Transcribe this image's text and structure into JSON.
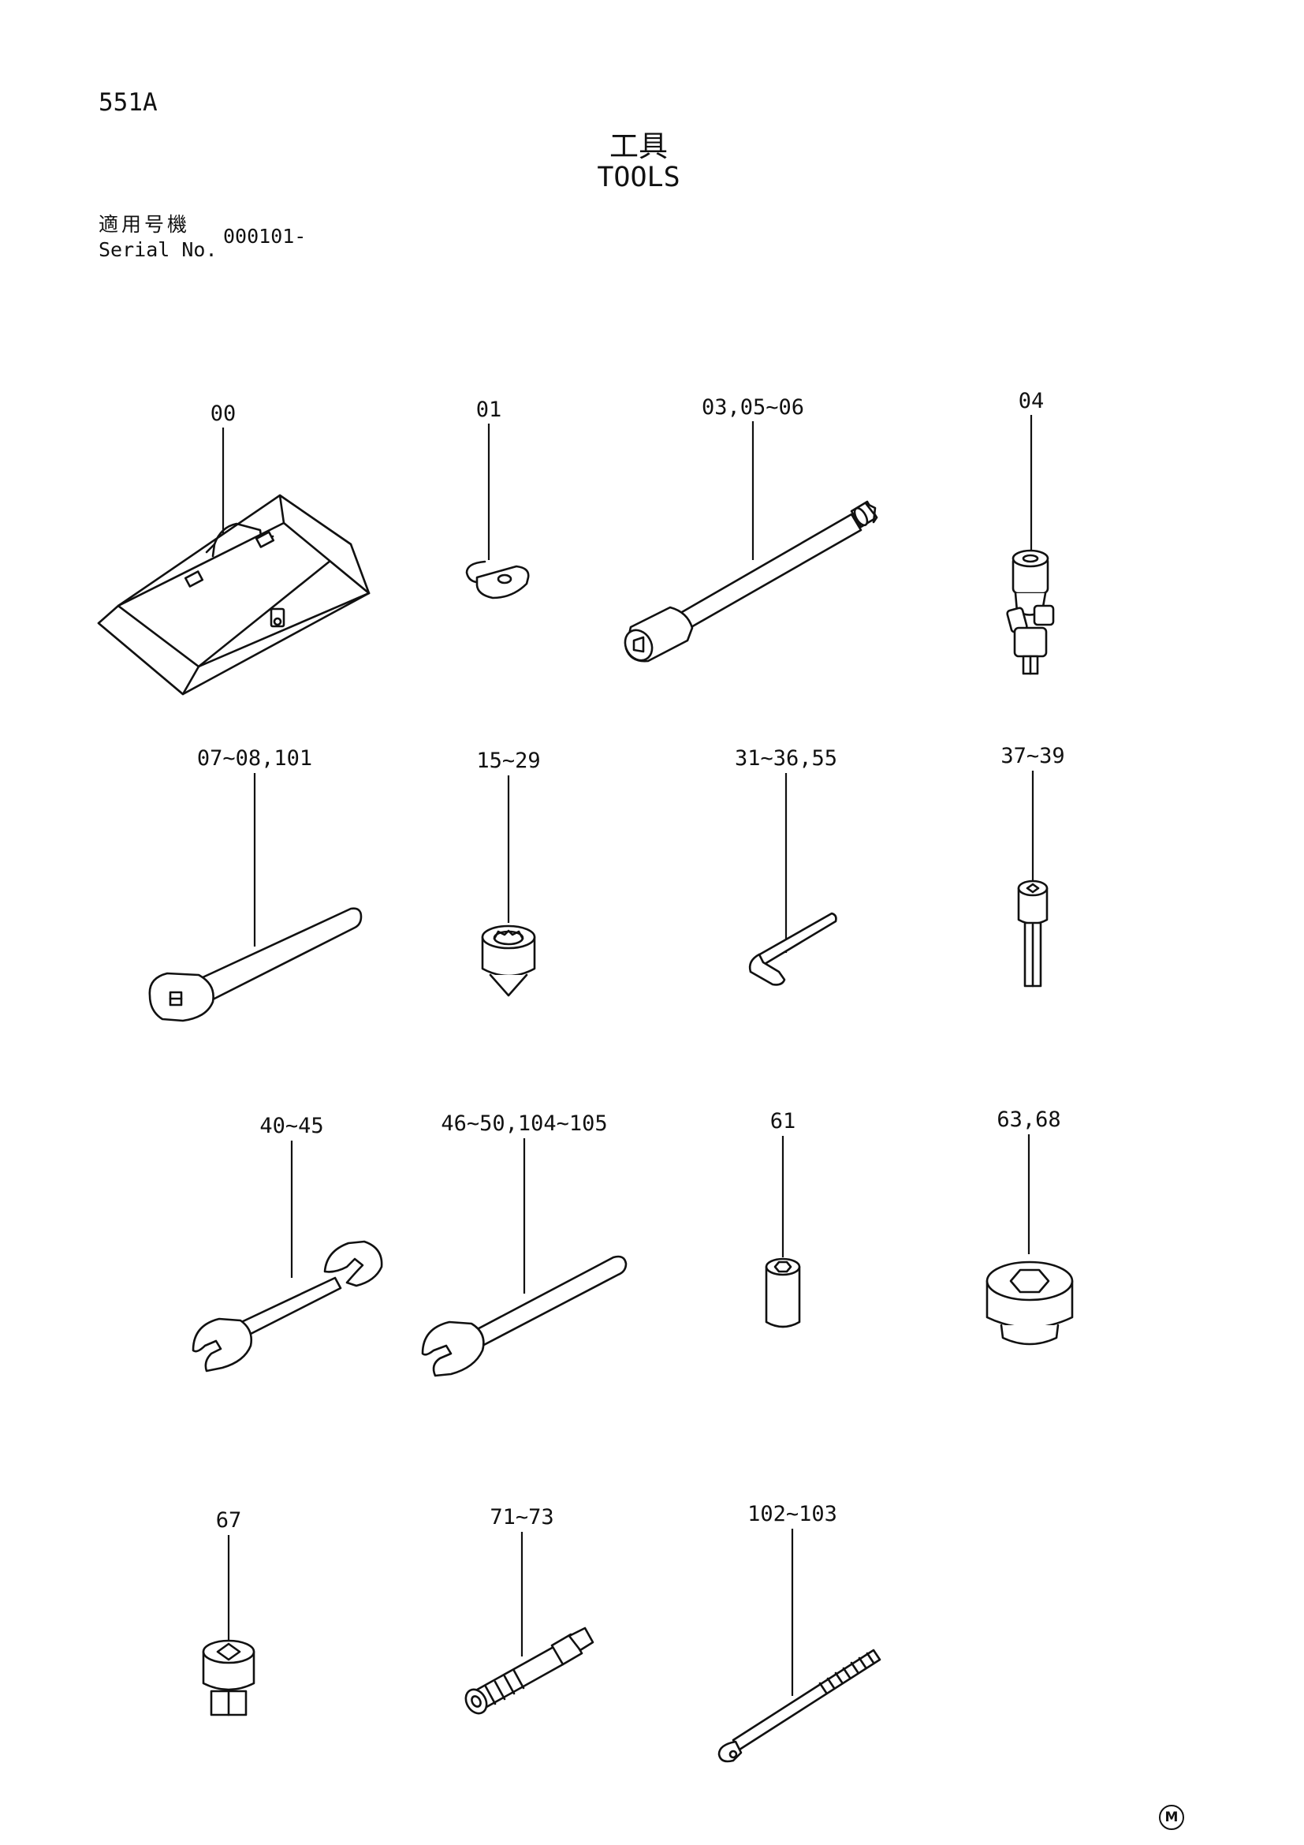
{
  "header": {
    "page_number": "551A",
    "title_jp": "工具",
    "title_en": "TOOLS",
    "serial_label_jp": "適用号機",
    "serial_label_en": "Serial No.",
    "serial_value": "000101-"
  },
  "parts": [
    {
      "id": "tool-box",
      "label": "00"
    },
    {
      "id": "hook",
      "label": "01"
    },
    {
      "id": "extension-bar",
      "label": "03,05~06"
    },
    {
      "id": "universal-joint",
      "label": "04"
    },
    {
      "id": "ratchet-handle",
      "label": "07~08,101"
    },
    {
      "id": "twelve-point-socket",
      "label": "15~29"
    },
    {
      "id": "hex-key",
      "label": "31~36,55"
    },
    {
      "id": "hex-bit-socket",
      "label": "37~39"
    },
    {
      "id": "double-open-wrench",
      "label": "40~45"
    },
    {
      "id": "single-open-wrench",
      "label": "46~50,104~105"
    },
    {
      "id": "deep-socket",
      "label": "61"
    },
    {
      "id": "large-hex-socket",
      "label": "63,68"
    },
    {
      "id": "square-adapter",
      "label": "67"
    },
    {
      "id": "threaded-adapter",
      "label": "71~73"
    },
    {
      "id": "threaded-rod",
      "label": "102~103"
    }
  ],
  "footer": {
    "maker_mark": "M"
  }
}
